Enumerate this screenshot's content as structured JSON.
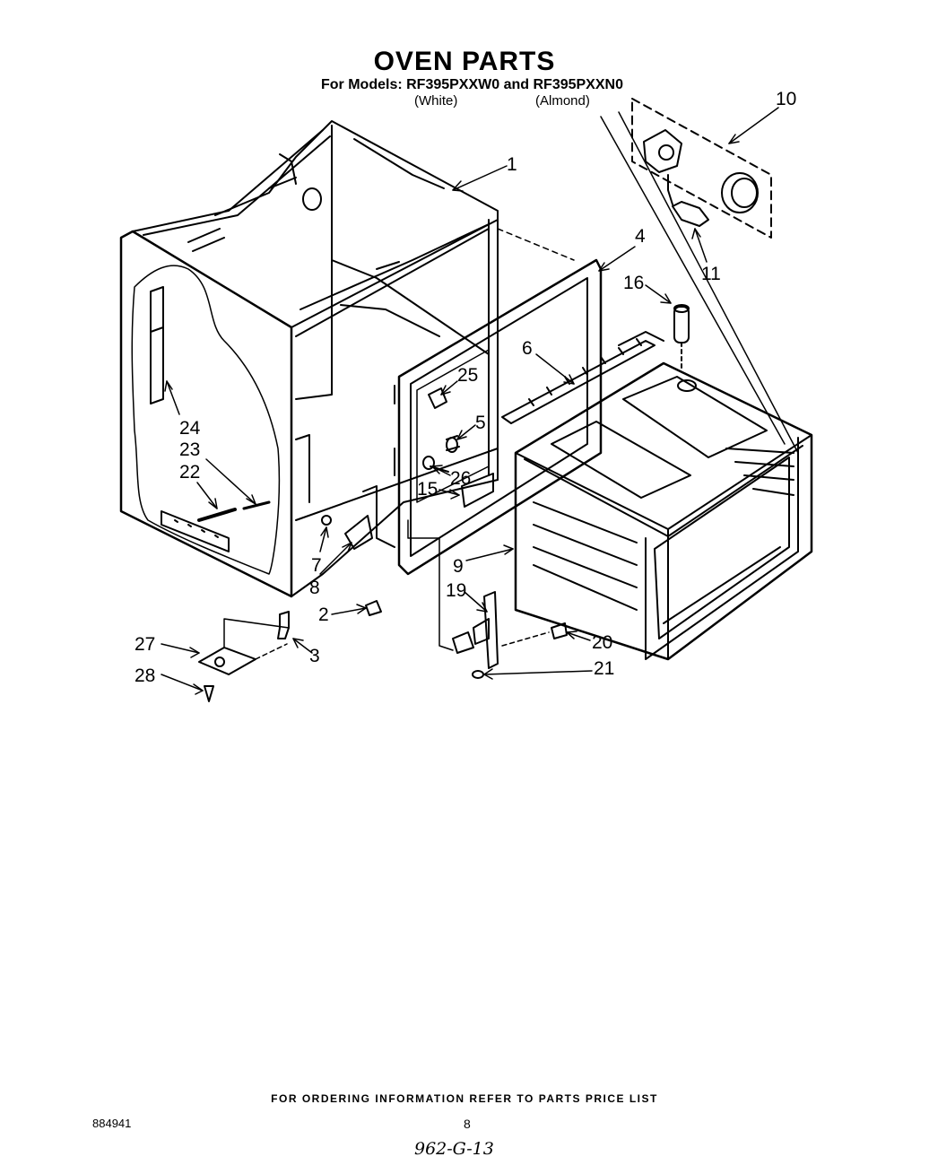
{
  "header": {
    "title": "OVEN PARTS",
    "models_line": "For Models: RF395PXXW0 and RF395PXXN0",
    "variant_white": "(White)",
    "variant_almond": "(Almond)"
  },
  "callouts": {
    "c1": "1",
    "c2": "2",
    "c3": "3",
    "c4": "4",
    "c5": "5",
    "c6": "6",
    "c7": "7",
    "c8": "8",
    "c9": "9",
    "c10": "10",
    "c11": "11",
    "c15": "15",
    "c16": "16",
    "c19": "19",
    "c20": "20",
    "c21": "21",
    "c22": "22",
    "c23": "23",
    "c24": "24",
    "c25": "25",
    "c26": "26",
    "c27": "27",
    "c28": "28"
  },
  "footer": {
    "ordering_note": "FOR ORDERING INFORMATION REFER TO PARTS PRICE LIST",
    "document_number": "884941",
    "page_number": "8",
    "handwritten_note": "962-G-13"
  }
}
